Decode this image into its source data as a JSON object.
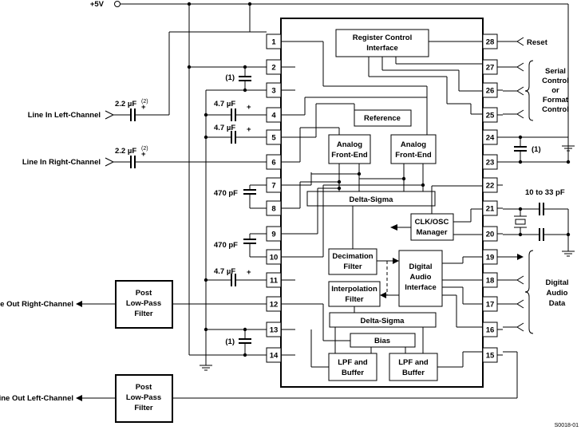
{
  "supply": {
    "label": "+5V"
  },
  "blocks": {
    "register_control": [
      "Register Control",
      "Interface"
    ],
    "reference": "Reference",
    "afe_left": [
      "Analog",
      "Front-End"
    ],
    "afe_right": [
      "Analog",
      "Front-End"
    ],
    "delta_sigma_adc": "Delta-Sigma",
    "clk_osc": [
      "CLK/OSC",
      "Manager"
    ],
    "decimation": [
      "Decimation",
      "Filter"
    ],
    "interpolation": [
      "Interpolation",
      "Filter"
    ],
    "digital_audio_interface": [
      "Digital",
      "Audio",
      "Interface"
    ],
    "delta_sigma_dac": "Delta-Sigma",
    "bias": "Bias",
    "lpf_left": [
      "LPF and",
      "Buffer"
    ],
    "lpf_right": [
      "LPF and",
      "Buffer"
    ],
    "post_filter_right": [
      "Post",
      "Low-Pass",
      "Filter"
    ],
    "post_filter_left": [
      "Post",
      "Low-Pass",
      "Filter"
    ]
  },
  "pins_left": [
    "1",
    "2",
    "3",
    "4",
    "5",
    "6",
    "7",
    "8",
    "9",
    "10",
    "11",
    "12",
    "13",
    "14"
  ],
  "pins_right": [
    "28",
    "27",
    "26",
    "25",
    "24",
    "23",
    "22",
    "21",
    "20",
    "19",
    "18",
    "17",
    "16",
    "15"
  ],
  "external_labels": {
    "reset": "Reset",
    "serial_control": [
      "Serial",
      "Control",
      "or",
      "Format",
      "Control"
    ],
    "digital_audio_data": [
      "Digital",
      "Audio",
      "Data"
    ],
    "crystal_cap": "10 to 33 pF",
    "line_in_left": "Line In Left-Channel",
    "line_in_right": "Line In Right-Channel",
    "line_out_right": "Line Out Right-Channel",
    "line_out_left": "Line Out Left-Channel",
    "figure_code": "S0018-01"
  },
  "component_values": {
    "coupling_cap_in": "2.2 µF",
    "coupling_note": "(2)",
    "decoupling_cap": "4.7 µF",
    "filter_cap": "470 pF",
    "note_1": "(1)",
    "plus": "+"
  }
}
